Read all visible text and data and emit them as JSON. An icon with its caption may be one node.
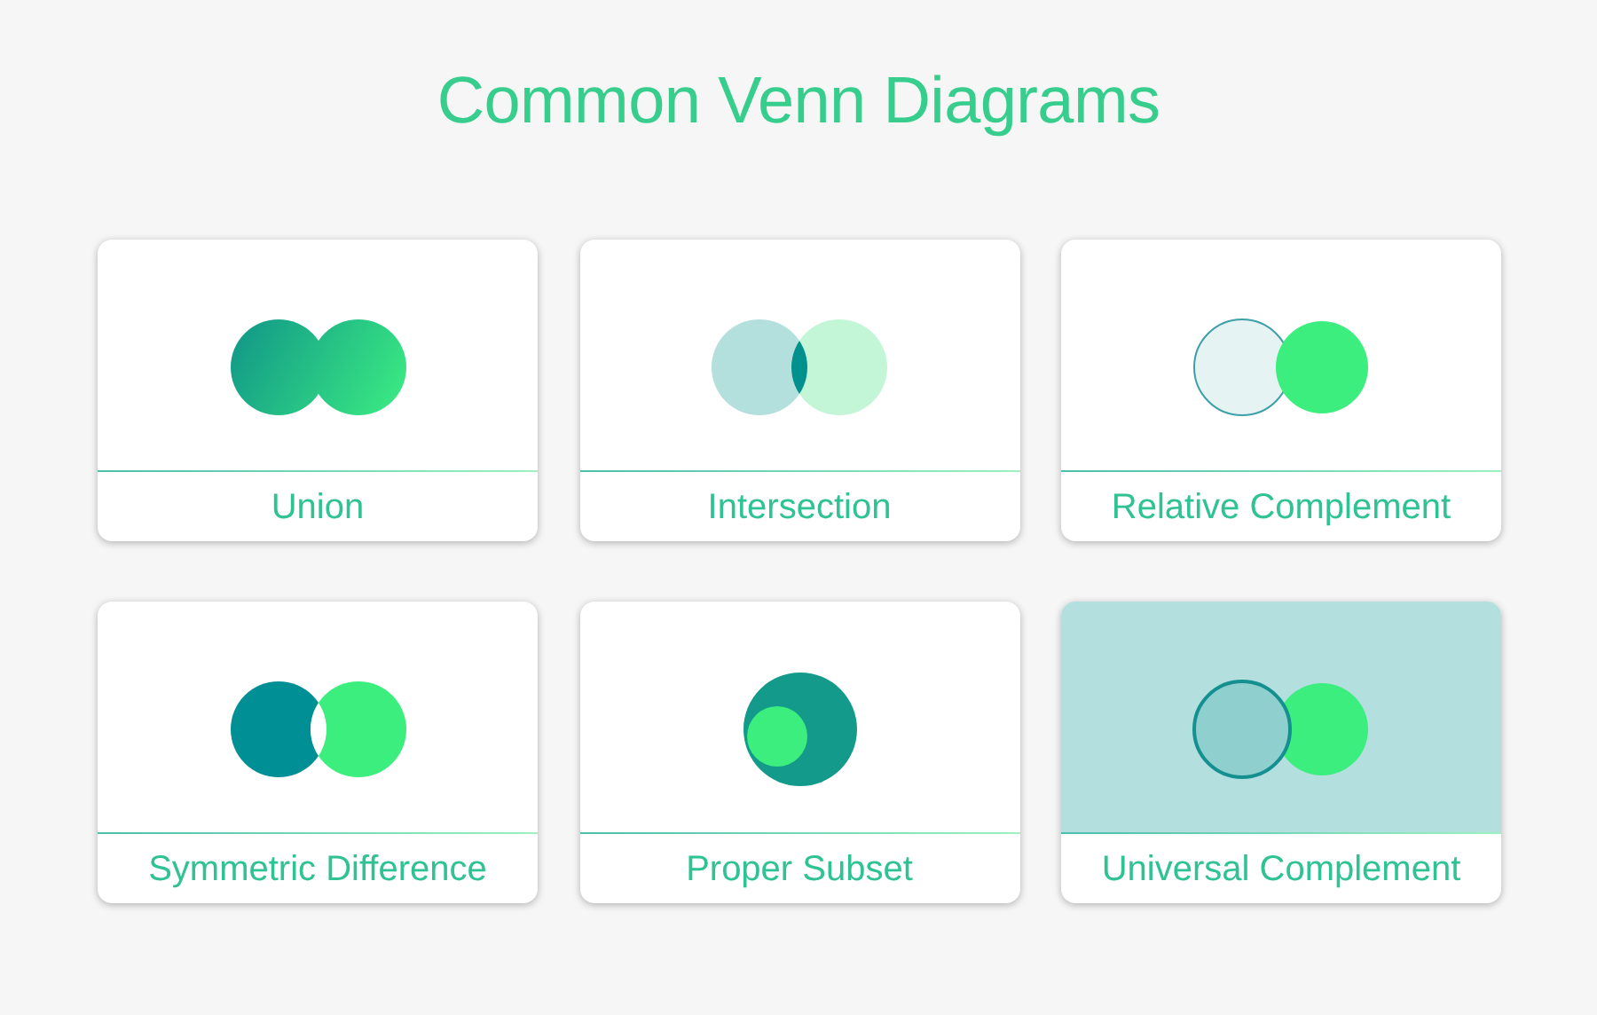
{
  "diagram": {
    "title": "Common Venn Diagrams",
    "nodes": [
      {
        "text": [
          "Union"
        ]
      },
      {
        "text": [
          "Intersection"
        ]
      },
      {
        "text": [
          "Relative Complement"
        ]
      },
      {
        "text": [
          "Symmetric Difference"
        ]
      },
      {
        "text": [
          "Proper Subset"
        ]
      },
      {
        "text": [
          "Universal Complement"
        ]
      }
    ]
  }
}
